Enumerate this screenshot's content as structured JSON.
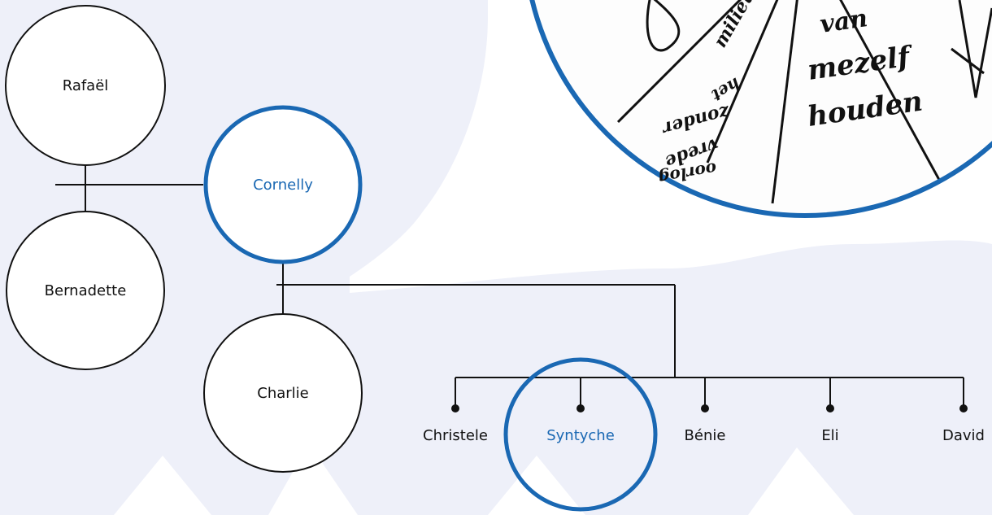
{
  "colors": {
    "background": "#ffffff",
    "blob": "#eef0f9",
    "line": "#111111",
    "highlight": "#1a68b3"
  },
  "people": {
    "rafael": "Rafaël",
    "bernadette": "Bernadette",
    "cornelly": "Cornelly",
    "charlie": "Charlie",
    "children": [
      "Christele",
      "Syntyche",
      "Bénie",
      "Eli",
      "David"
    ]
  },
  "photo": {
    "handwriting": [
      "van",
      "mezelf",
      "houden",
      "het",
      "milieu",
      "vrede",
      "zonder",
      "oorlog"
    ]
  }
}
